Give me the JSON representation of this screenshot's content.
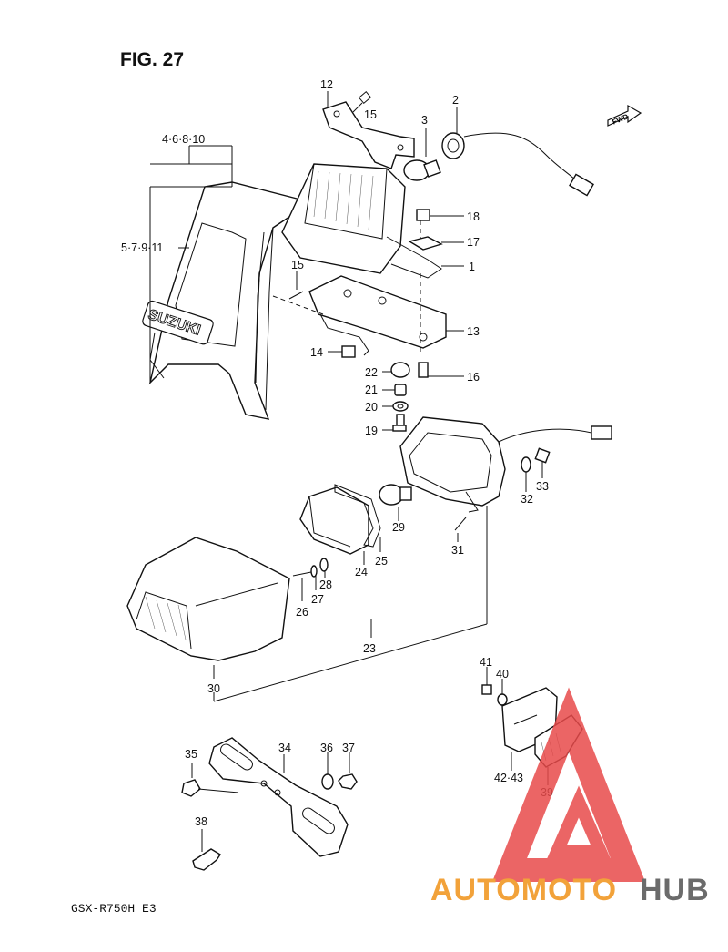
{
  "figure": {
    "title": "FIG. 27",
    "model_code": "GSX-R750H  E3",
    "forward_arrow_label": "FWD"
  },
  "watermark": {
    "brand_part1": "AUTOMOTO",
    "brand_part2": "HUB",
    "colors": {
      "triangle": "#e84a4a",
      "text_orange": "#f2a23a",
      "text_grey": "#6b6b6b"
    }
  },
  "callouts": {
    "c1": "1",
    "c2": "2",
    "c3": "3",
    "c4_6_8_10": "4·6·8·10",
    "c5_7_9_11": "5·7·9·11",
    "c12": "12",
    "c13": "13",
    "c14": "14",
    "c15a": "15",
    "c15b": "15",
    "c16": "16",
    "c17": "17",
    "c18": "18",
    "c19": "19",
    "c20": "20",
    "c21": "21",
    "c22": "22",
    "c23": "23",
    "c24": "24",
    "c25": "25",
    "c26": "26",
    "c27": "27",
    "c28": "28",
    "c29": "29",
    "c30": "30",
    "c31": "31",
    "c32": "32",
    "c33": "33",
    "c34": "34",
    "c35": "35",
    "c36": "36",
    "c37": "37",
    "c38": "38",
    "c39": "39",
    "c40": "40",
    "c41": "41",
    "c42_43": "42·43"
  },
  "parts": {
    "seat_cowl_logo": "SUZUKI"
  }
}
